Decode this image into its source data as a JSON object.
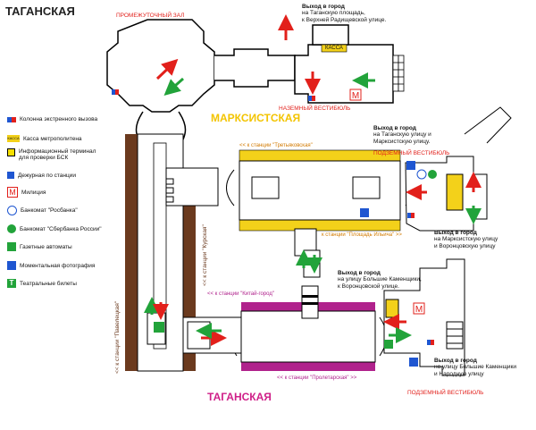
{
  "titles": {
    "taganskaya_top": "ТАГАНСКАЯ",
    "marksistskaya": "МАРКСИСТСКАЯ",
    "taganskaya_bottom": "ТАГАНСКАЯ",
    "intermediate_hall": "ПРОМЕЖУТОЧНЫЙ ЗАЛ",
    "ground_vestibule": "НАЗЕМНЫЙ ВЕСТИБЮЛЬ",
    "underground_vestibule_1": "ПОДЗЕМНЫЙ ВЕСТИБЮЛЬ",
    "underground_vestibule_2": "ПОДЗЕМНЫЙ ВЕСТИБЮЛЬ"
  },
  "exits": [
    {
      "title": "Выход в город",
      "text1": "на Таганскую площадь,",
      "text2": "к Верхней Радищевской улице."
    },
    {
      "title": "Выход в город",
      "text1": "на Таганскую улицу и",
      "text2": "Марксистскую улицу."
    },
    {
      "title": "Выход в город",
      "text1": "на Марксистскую улицу",
      "text2": "и Воронцовскую улицу"
    },
    {
      "title": "Выход в город",
      "text1": "на улицу Большие Каменщики,",
      "text2": "к Воронцовской улице."
    },
    {
      "title": "Выход в город",
      "text1": "на улицу Большие Каменщики",
      "text2": "и Народную улицу"
    }
  ],
  "directions": {
    "tretyakovskaya": "<< к станции \"Третьяковская\"",
    "ploshchad_ilyicha": "к станции \"Площадь Ильича\" >>",
    "kitay_gorod": "<< к станции \"Китай-город\"",
    "proletarskaya": "<< к станции \"Пролетарская\" >>",
    "kurskaya": "<< к станции \"Курская\"",
    "paveletskaya": "<< к станции \"Павелецкая\""
  },
  "booth": {
    "kassa": "КАССА",
    "militia": "М"
  },
  "legend": [
    {
      "icon": "emergency-column-icon",
      "label": "Колонна экстренного вызова"
    },
    {
      "icon": "ticket-office-icon",
      "label": "Касса метрополитена",
      "badge": "КАССА"
    },
    {
      "icon": "info-terminal-icon",
      "label": "Информационный терминал",
      "label2": "для проверки БСК"
    },
    {
      "icon": "station-duty-icon",
      "label": "Дежурная по станции"
    },
    {
      "icon": "militia-icon",
      "label": "Милиция",
      "badge": "М"
    },
    {
      "icon": "rosbank-atm-icon",
      "label": "Банкомат \"Росбанка\""
    },
    {
      "icon": "sberbank-atm-icon",
      "label": "Банкомат \"Сбербанка России\""
    },
    {
      "icon": "newspaper-machine-icon",
      "label": "Газетные автоматы"
    },
    {
      "icon": "photo-booth-icon",
      "label": "Моментальная фотография"
    },
    {
      "icon": "theatre-tickets-icon",
      "label": "Театральные билеты",
      "badge": "T"
    }
  ],
  "colors": {
    "line_brown": "#6b3a1e",
    "line_yellow": "#f3d11a",
    "line_magenta": "#b0228c",
    "arrow_red": "#e2201b",
    "arrow_green": "#22a33a",
    "emergency_blue": "#1f56d1",
    "info_yellow": "#f6df00",
    "militia_red": "#e2201b"
  }
}
